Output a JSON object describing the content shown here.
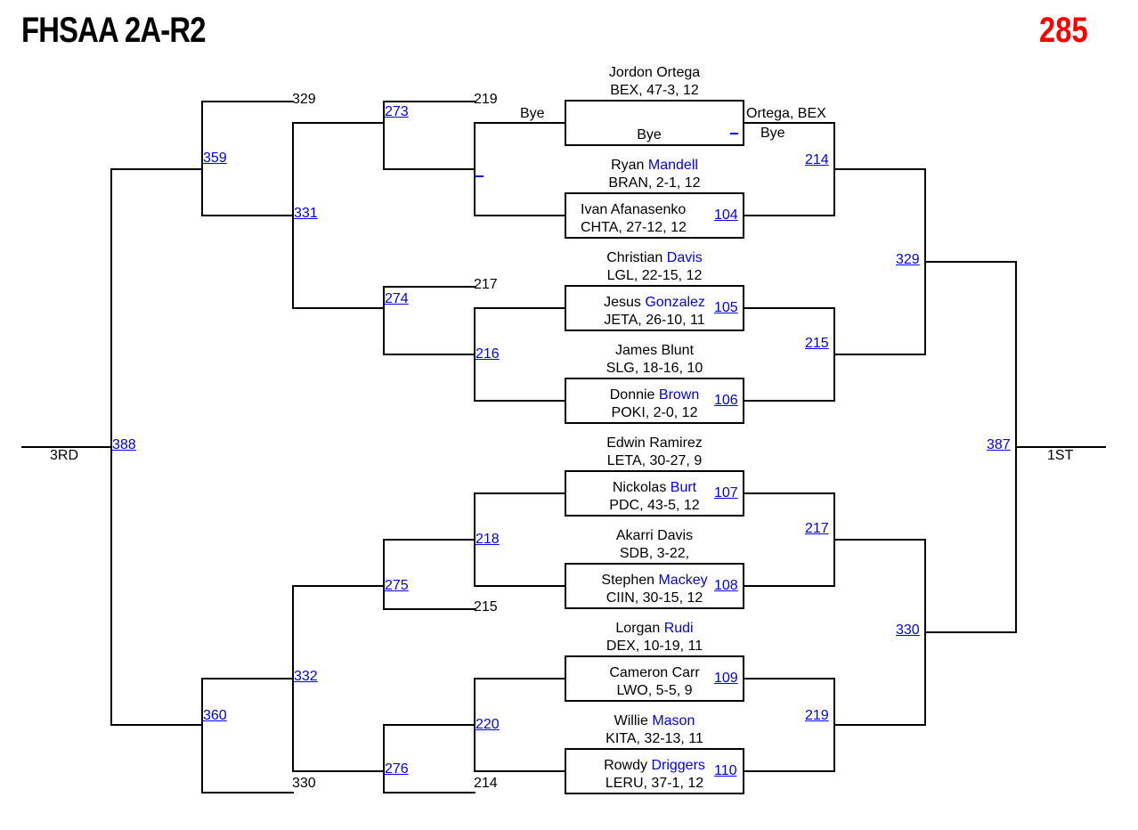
{
  "header": {
    "title": "FHSAA 2A-R2",
    "weight": "285"
  },
  "weight_color": "#ff0000",
  "link_color": "#0000ee",
  "placements": {
    "third": "3RD",
    "first": "1ST"
  },
  "bouts": {
    "b104": "104",
    "b105": "105",
    "b106": "106",
    "b107": "107",
    "b108": "108",
    "b109": "109",
    "b110": "110",
    "b214": "214",
    "b215": "215",
    "b216": "216",
    "b217": "217",
    "b218": "218",
    "b219": "219",
    "b220": "220",
    "b273": "273",
    "b274": "274",
    "b275": "275",
    "b276": "276",
    "b329": "329",
    "b330": "330",
    "b331": "331",
    "b332": "332",
    "b359": "359",
    "b360": "360",
    "b387": "387",
    "b388": "388",
    "b_underscore_center": "_",
    "b_underscore_left": "_"
  },
  "feed_labels": {
    "f329": "329",
    "f219": "219",
    "f217": "217",
    "f215": "215",
    "f330": "330",
    "f214": "214"
  },
  "entries": {
    "e1": {
      "line1": "Jordon Ortega",
      "line2": "BEX, 47-3, 12"
    },
    "e1_box": {
      "bye_left": "Bye",
      "bye_inside": "Bye"
    },
    "e1_win": {
      "winner": "Ortega, BEX",
      "bye": "Bye"
    },
    "e2": {
      "first": "Ryan",
      "last": "Mandell",
      "line2": "BRAN, 2-1, 12"
    },
    "e3": {
      "line1": "Ivan Afanasenko",
      "line2": "CHTA, 27-12, 12"
    },
    "e4": {
      "first": "Christian",
      "last": "Davis",
      "line2": "LGL, 22-15, 12"
    },
    "e5": {
      "first": "Jesus",
      "last": "Gonzalez",
      "line2": "JETA, 26-10, 11"
    },
    "e6": {
      "line1": "James Blunt",
      "line2": "SLG, 18-16, 10"
    },
    "e7": {
      "first": "Donnie",
      "last": "Brown",
      "line2": "POKI, 2-0, 12"
    },
    "e8": {
      "line1": "Edwin Ramirez",
      "line2": "LETA, 30-27, 9"
    },
    "e9": {
      "first": "Nickolas",
      "last": "Burt",
      "line2": "PDC, 43-5, 12"
    },
    "e10": {
      "line1": "Akarri Davis",
      "line2": "SDB, 3-22,"
    },
    "e11": {
      "first": "Stephen",
      "last": "Mackey",
      "line2": "CIIN, 30-15, 12"
    },
    "e12": {
      "first": "Lorgan",
      "last": "Rudi",
      "line2": "DEX, 10-19, 11"
    },
    "e13": {
      "line1": "Cameron Carr",
      "line2": "LWO, 5-5, 9"
    },
    "e14": {
      "first": "Willie",
      "last": "Mason",
      "line2": "KITA, 32-13, 11"
    },
    "e15": {
      "first": "Rowdy",
      "last": "Driggers",
      "line2": "LERU, 37-1, 12"
    }
  }
}
